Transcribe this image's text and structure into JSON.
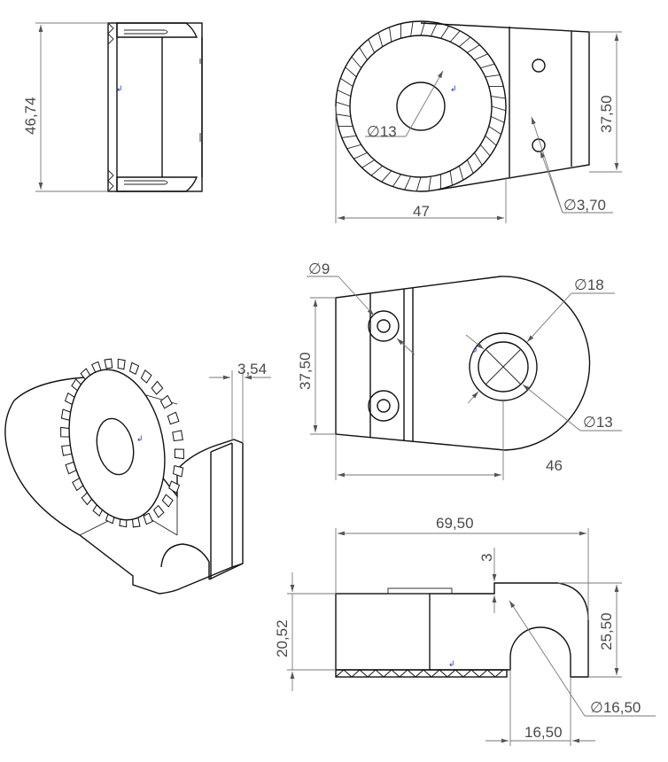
{
  "dimensions": {
    "side_height": "46,74",
    "front_diameter_bore": "13",
    "front_width": "47",
    "front_height": "37,50",
    "front_hole_diameter": "3,70",
    "top_hole_diameter": "9",
    "top_boss_diameter": "18",
    "top_bore_diameter": "13",
    "top_height": "37,50",
    "top_length": "46",
    "iso_thickness": "3,54",
    "bottom_length": "69,50",
    "bottom_step": "3",
    "bottom_height_left": "20,52",
    "bottom_height_right": "25,50",
    "bottom_hook_diameter": "16,50",
    "bottom_hook_offset": "16,50"
  },
  "symbols": {
    "diameter": "∅"
  }
}
